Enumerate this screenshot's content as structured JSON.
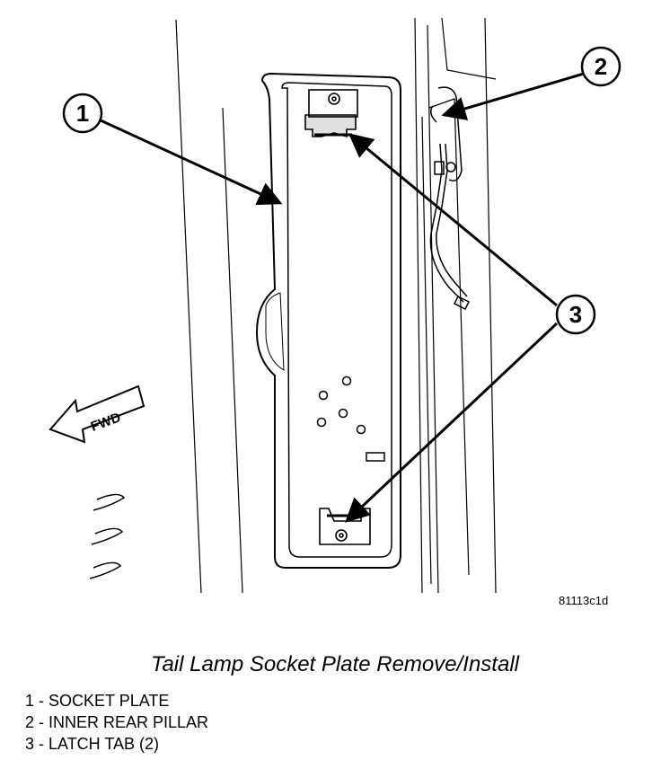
{
  "figure": {
    "id": "81113c1d",
    "direction_label": "FWD",
    "callouts": [
      "1",
      "2",
      "3"
    ]
  },
  "caption": "Tail Lamp Socket Plate Remove/Install",
  "legend": [
    "1 - SOCKET PLATE",
    "2 - INNER REAR PILLAR",
    "3 - LATCH TAB (2)"
  ]
}
